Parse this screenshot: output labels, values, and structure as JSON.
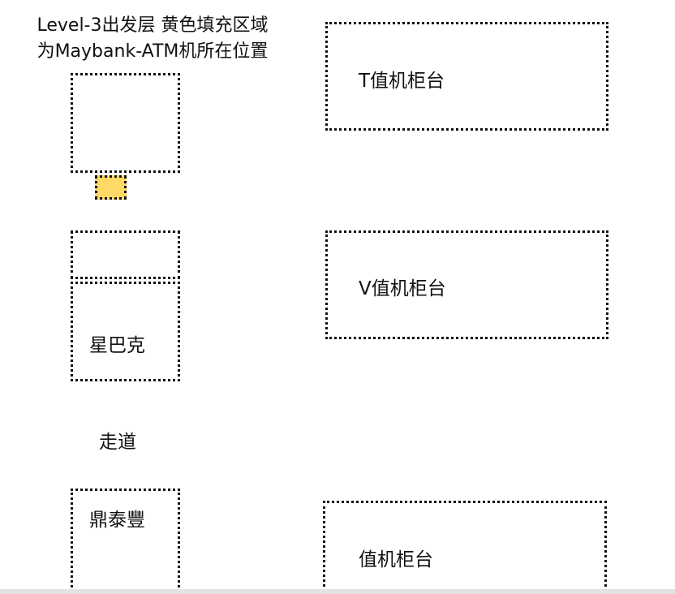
{
  "title": {
    "line1": "Level-3出发层 黄色填充区域",
    "line2": "为Maybank-ATM机所在位置"
  },
  "areas": {
    "starbucks": "星巴克",
    "walkway": "走道",
    "din_tai_fung": "鼎泰豐",
    "t_counter": "T值机柜台",
    "v_counter": "V值机柜台",
    "counter": "值机柜台"
  },
  "colors": {
    "atm_fill": "#FFD966",
    "border": "#111111"
  }
}
